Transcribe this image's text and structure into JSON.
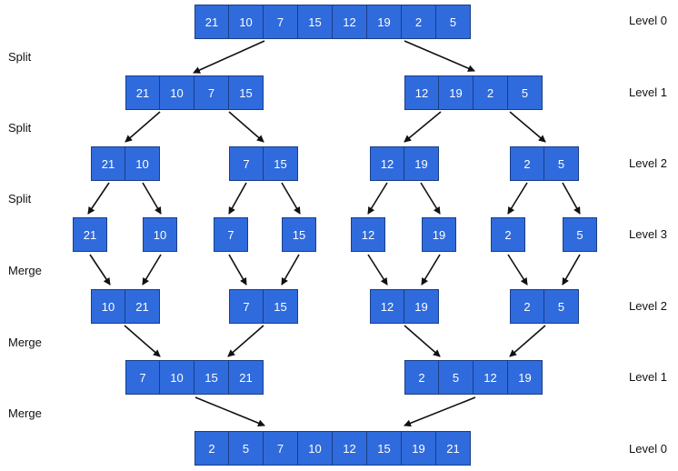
{
  "diagram": {
    "arrow_color": "#111111",
    "cell_color": "#2f6bdc",
    "step_labels": [
      "Split",
      "Split",
      "Split",
      "Merge",
      "Merge",
      "Merge"
    ],
    "level_labels": [
      "Level 0",
      "Level 1",
      "Level 2",
      "Level 3",
      "Level 2",
      "Level 1",
      "Level 0"
    ],
    "rows": [
      [
        [
          "21",
          "10",
          "7",
          "15",
          "12",
          "19",
          "2",
          "5"
        ]
      ],
      [
        [
          "21",
          "10",
          "7",
          "15"
        ],
        [
          "12",
          "19",
          "2",
          "5"
        ]
      ],
      [
        [
          "21",
          "10"
        ],
        [
          "7",
          "15"
        ],
        [
          "12",
          "19"
        ],
        [
          "2",
          "5"
        ]
      ],
      [
        [
          "21"
        ],
        [
          "10"
        ],
        [
          "7"
        ],
        [
          "15"
        ],
        [
          "12"
        ],
        [
          "19"
        ],
        [
          "2"
        ],
        [
          "5"
        ]
      ],
      [
        [
          "10",
          "21"
        ],
        [
          "7",
          "15"
        ],
        [
          "12",
          "19"
        ],
        [
          "2",
          "5"
        ]
      ],
      [
        [
          "7",
          "10",
          "15",
          "21"
        ],
        [
          "2",
          "5",
          "12",
          "19"
        ]
      ],
      [
        [
          "2",
          "5",
          "7",
          "10",
          "12",
          "15",
          "19",
          "21"
        ]
      ]
    ]
  }
}
